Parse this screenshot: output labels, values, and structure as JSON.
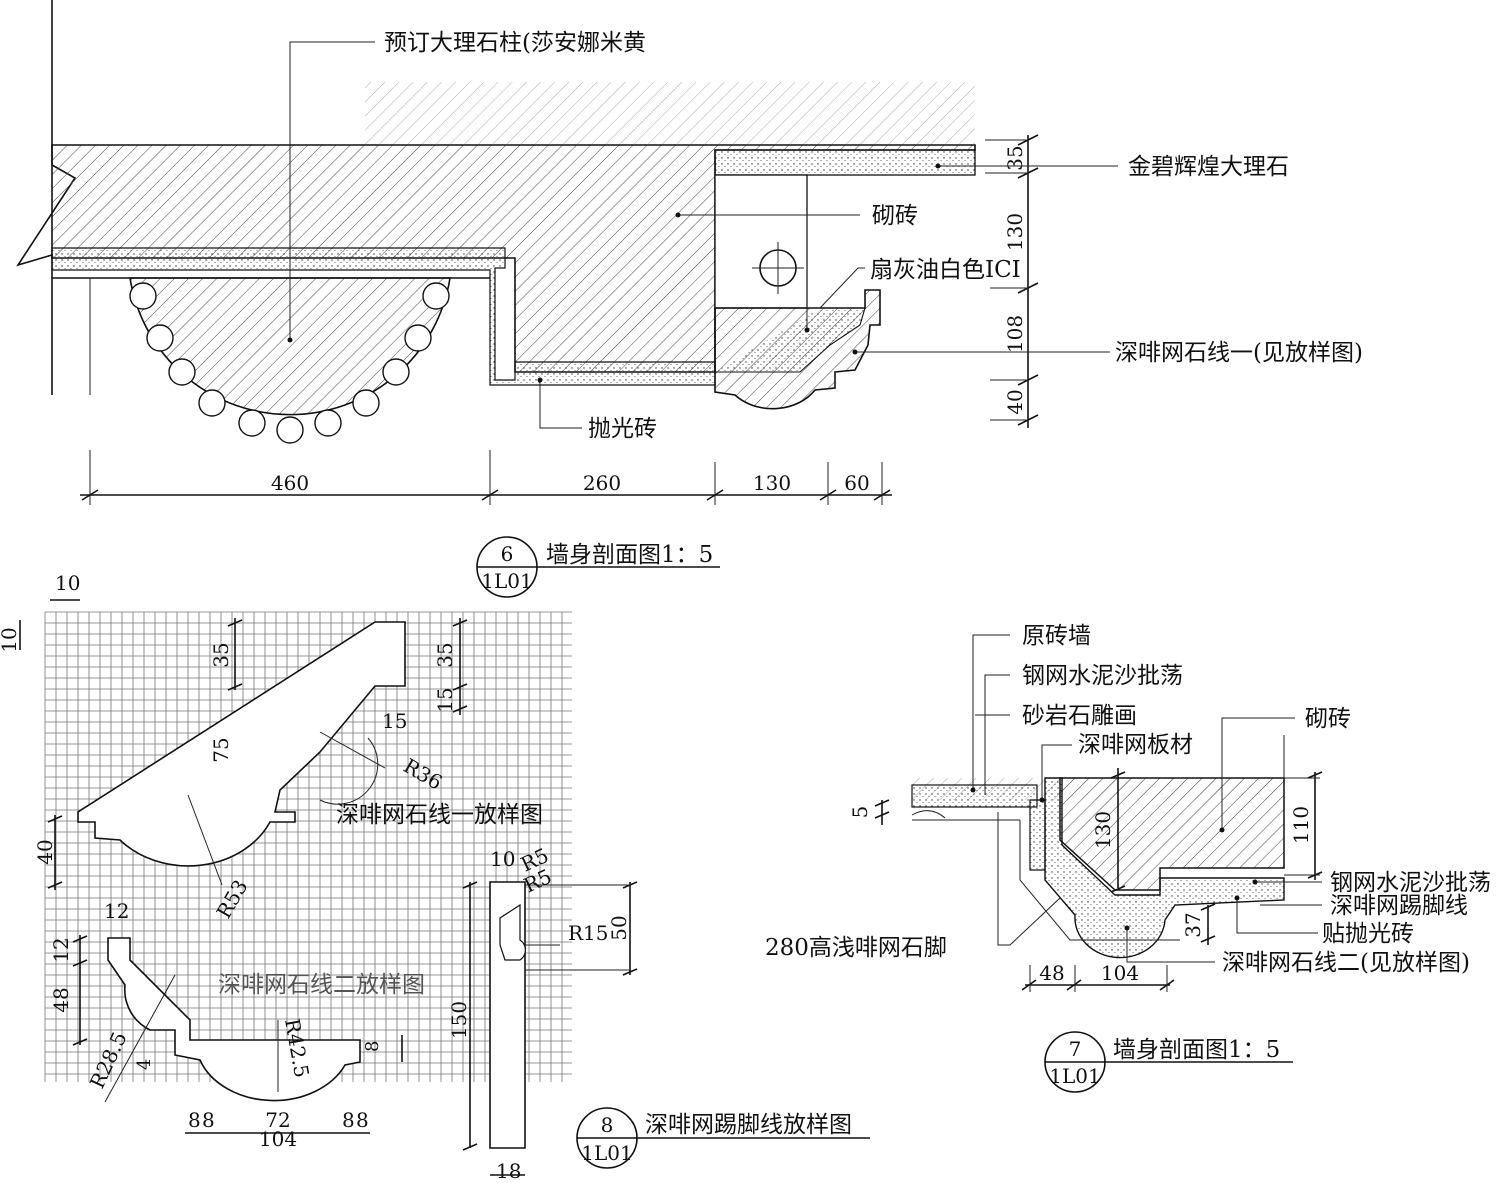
{
  "detail6": {
    "labels": {
      "column": "预订大理石柱(莎安娜米黄",
      "marble": "金碧辉煌大理石",
      "brick": "砌砖",
      "paint": "扇灰油白色ICI",
      "moulding1": "深啡网石线一(见放样图)",
      "tile": "抛光砖"
    },
    "dims_bottom": [
      "460",
      "260",
      "130",
      "60"
    ],
    "dims_right": [
      "35",
      "130",
      "108",
      "40"
    ],
    "marker_num": "6",
    "marker_ref": "1L01",
    "title": "墙身剖面图1：5"
  },
  "detail7": {
    "labels": {
      "orig_wall": "原砖墙",
      "mesh1": "钢网水泥沙批荡",
      "sandstone": "砂岩石雕画",
      "panel": "深啡网板材",
      "brick": "砌砖",
      "mesh2": "钢网水泥沙批荡",
      "skirting": "深啡网踢脚线",
      "tile": "贴抛光砖",
      "base": "280高浅啡网石脚",
      "moulding2": "深啡网石线二(见放样图)"
    },
    "dims": [
      "5",
      "130",
      "110",
      "37",
      "48",
      "104"
    ],
    "marker_num": "7",
    "marker_ref": "1L01",
    "title": "墙身剖面图1：5"
  },
  "detail8": {
    "title1": "深啡网石线一放样图",
    "title2": "深啡网石线二放样图",
    "dims": [
      "10",
      "10",
      "35",
      "75",
      "35",
      "15",
      "15",
      "R36",
      "40",
      "R53",
      "12",
      "12",
      "48",
      "R28.5",
      "4",
      "R42.5",
      "8",
      "8",
      "8",
      "72",
      "8",
      "8",
      "104",
      "10",
      "R5",
      "R5",
      "R15",
      "50",
      "150",
      "18"
    ],
    "marker_num": "8",
    "marker_ref": "1L01",
    "title": "深啡网踢脚线放样图"
  }
}
